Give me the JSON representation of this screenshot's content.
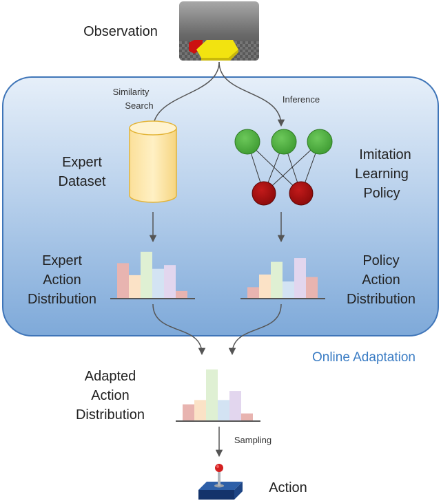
{
  "labels": {
    "observation": "Observation",
    "similarity_search_line1": "Similarity",
    "similarity_search_line2": "Search",
    "inference": "Inference",
    "expert_dataset_line1": "Expert",
    "expert_dataset_line2": "Dataset",
    "il_policy_line1": "Imitation",
    "il_policy_line2": "Learning",
    "il_policy_line3": "Policy",
    "expert_dist_line1": "Expert",
    "expert_dist_line2": "Action",
    "expert_dist_line3": "Distribution",
    "policy_dist_line1": "Policy",
    "policy_dist_line2": "Action",
    "policy_dist_line3": "Distribution",
    "online_adaptation": "Online Adaptation",
    "adapted_dist_line1": "Adapted",
    "adapted_dist_line2": "Action",
    "adapted_dist_line3": "Distribution",
    "sampling": "Sampling",
    "action": "Action"
  },
  "colors": {
    "panel_top": "#e6eff9",
    "panel_bottom": "#7ea9d9",
    "panel_border": "#3f75b8",
    "online_adaptation_text": "#3a7cc4",
    "node_input": "#4caf3f",
    "node_output": "#a30d0d",
    "cylinder_fill": "#fde7a4",
    "cylinder_stroke": "#e3b437",
    "arrow": "#555555"
  },
  "bar_colors": [
    "#e8b4b0",
    "#fbe2c6",
    "#dff0d3",
    "#d3e3f3",
    "#e2d6ee"
  ],
  "histograms": {
    "expert": [
      0.55,
      0.36,
      0.73,
      0.46,
      0.52,
      0.11
    ],
    "policy": [
      0.17,
      0.37,
      0.57,
      0.26,
      0.63,
      0.33
    ],
    "adapted": [
      0.3,
      0.38,
      0.95,
      0.38,
      0.55,
      0.13
    ]
  },
  "network": {
    "input_nodes": 3,
    "output_nodes": 2
  }
}
